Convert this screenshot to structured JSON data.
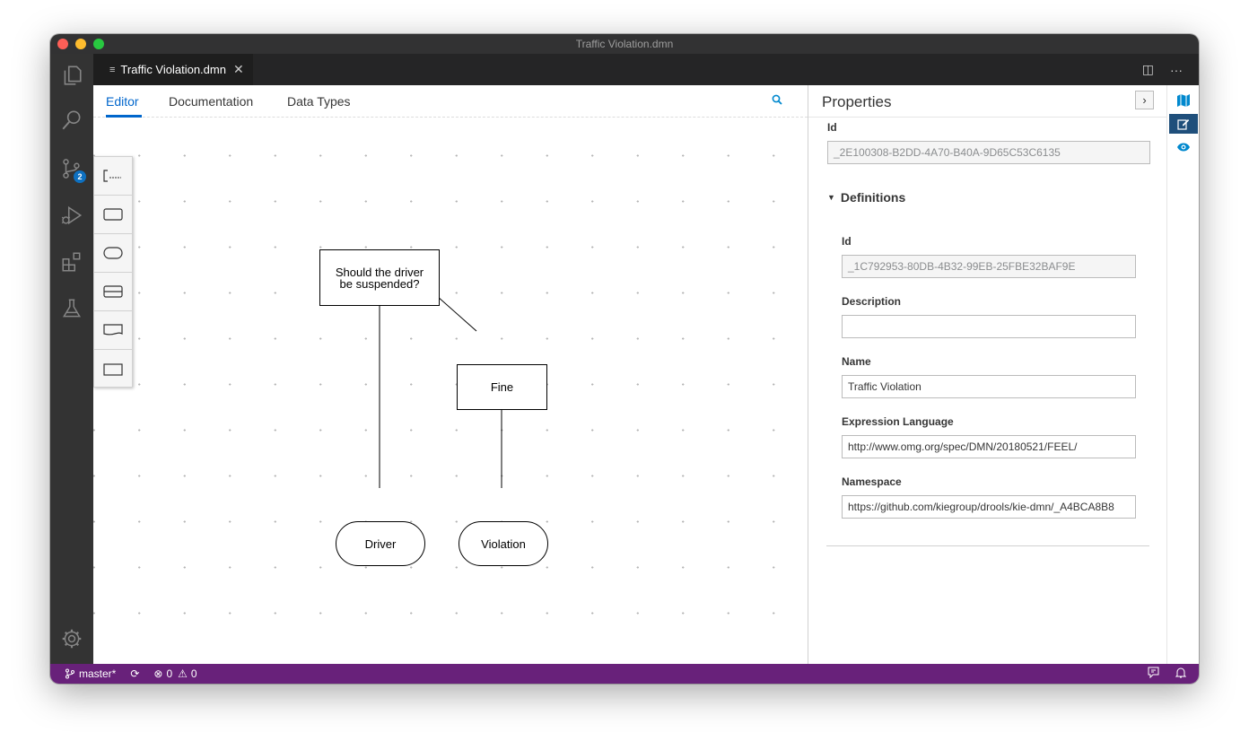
{
  "window": {
    "title": "Traffic Violation.dmn"
  },
  "activity_bar": {
    "items": [
      {
        "icon": "files-icon"
      },
      {
        "icon": "search-icon"
      },
      {
        "icon": "source-control-icon",
        "badge": "2"
      },
      {
        "icon": "run-debug-icon"
      },
      {
        "icon": "extensions-icon"
      },
      {
        "icon": "testing-icon"
      }
    ],
    "bottom_icon": "settings-gear-icon"
  },
  "tab": {
    "label": "Traffic Violation.dmn"
  },
  "editor_tabs": [
    "Editor",
    "Documentation",
    "Data Types"
  ],
  "diagram": {
    "nodes": {
      "decision": "Should the driver be suspended?",
      "fine": "Fine",
      "driver": "Driver",
      "violation": "Violation"
    }
  },
  "properties": {
    "title": "Properties",
    "toggle": "›",
    "top_id_label": "Id",
    "top_id_value": "_2E100308-B2DD-4A70-B40A-9D65C53C6135",
    "section": "Definitions",
    "fields": {
      "id_label": "Id",
      "id_value": "_1C792953-80DB-4B32-99EB-25FBE32BAF9E",
      "description_label": "Description",
      "description_value": "",
      "name_label": "Name",
      "name_value": "Traffic Violation",
      "expression_language_label": "Expression Language",
      "expression_language_value": "http://www.omg.org/spec/DMN/20180521/FEEL/",
      "namespace_label": "Namespace",
      "namespace_value": "https://github.com/kiegroup/drools/kie-dmn/_A4BCA8B8"
    }
  },
  "status_bar": {
    "branch": "master*",
    "errors": "0",
    "warnings": "0"
  },
  "colors": {
    "status_bar": "#68217a",
    "accent": "#0066cc",
    "activity_bar": "#333333"
  }
}
